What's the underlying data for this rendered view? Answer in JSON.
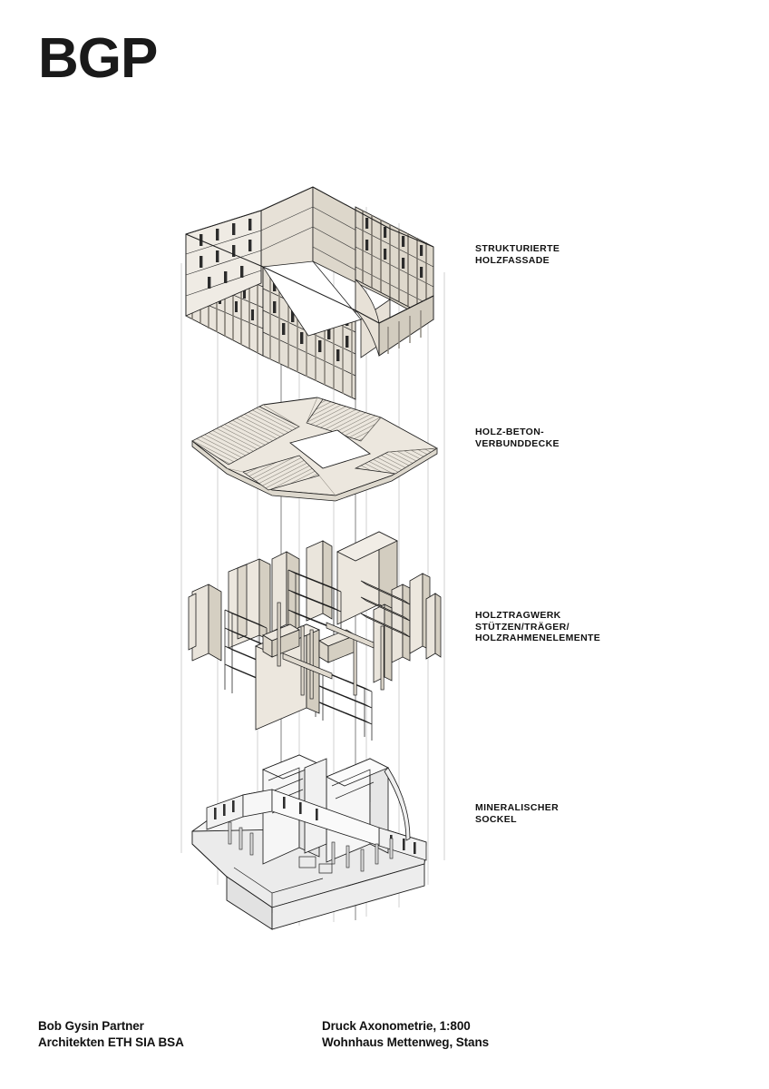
{
  "logo": {
    "text": "BGP"
  },
  "labels": [
    {
      "id": "facade",
      "text": "STRUKTURIERTE\nHOLZFASSADE"
    },
    {
      "id": "slab",
      "text": "HOLZ-BETON-\nVERBUNDDECKE"
    },
    {
      "id": "structure",
      "text": "HOLZTRAGWERK\nSTÜTZEN/TRÄGER/\nHOLZRAHMENELEMENTE"
    },
    {
      "id": "base",
      "text": "MINERALISCHER\nSOCKEL"
    }
  ],
  "footer": {
    "left": "Bob Gysin Partner\nArchitekten ETH SIA BSA",
    "right": "Druck Axonometrie, 1:800\nWohnhaus Mettenweg, Stans"
  },
  "drawing": {
    "type": "exploded-axonometric",
    "layer_count": 4,
    "layers": [
      {
        "name": "strukturierte-holzfassade",
        "storeys": 4,
        "form": "courtyard-block"
      },
      {
        "name": "holz-beton-verbunddecke",
        "form": "slab-with-courtyard-void"
      },
      {
        "name": "holztragwerk",
        "form": "posts-beams-wall-panels"
      },
      {
        "name": "mineralischer-sockel",
        "form": "plinth-with-cores"
      }
    ],
    "colors": {
      "timber_fill": "#e7e1d7",
      "timber_fill_dark": "#d8d2c6",
      "timber_shade": "#c9c2b4",
      "mineral_fill": "#f2f2f2",
      "mineral_shade": "#e2e2e2",
      "line": "#1d1d1d",
      "guide_line": "#bdbdbd",
      "background": "#ffffff"
    }
  }
}
